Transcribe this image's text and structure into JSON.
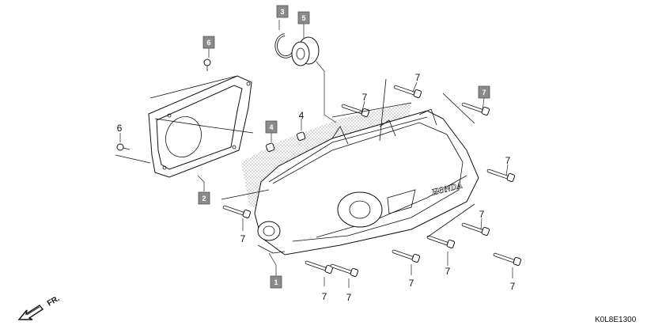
{
  "callouts": {
    "c1": "1",
    "c2": "2",
    "c3": "3",
    "c4": "4",
    "c5": "5",
    "c6a": "6",
    "c6b": "6",
    "c7": "7",
    "c4b": "4",
    "c7a": "7",
    "c7b": "7",
    "c7c": "7",
    "c7d": "7",
    "c7e": "7",
    "c7f": "7",
    "c7g": "7",
    "c7h": "7",
    "c7i": "7",
    "c7j": "7"
  },
  "fr_label": "FR.",
  "brand_text": "HONDA",
  "ref_code": "K0L8E1300",
  "colors": {
    "callout_box": "#8a8a8a",
    "stipple": "#9a9a9a"
  }
}
